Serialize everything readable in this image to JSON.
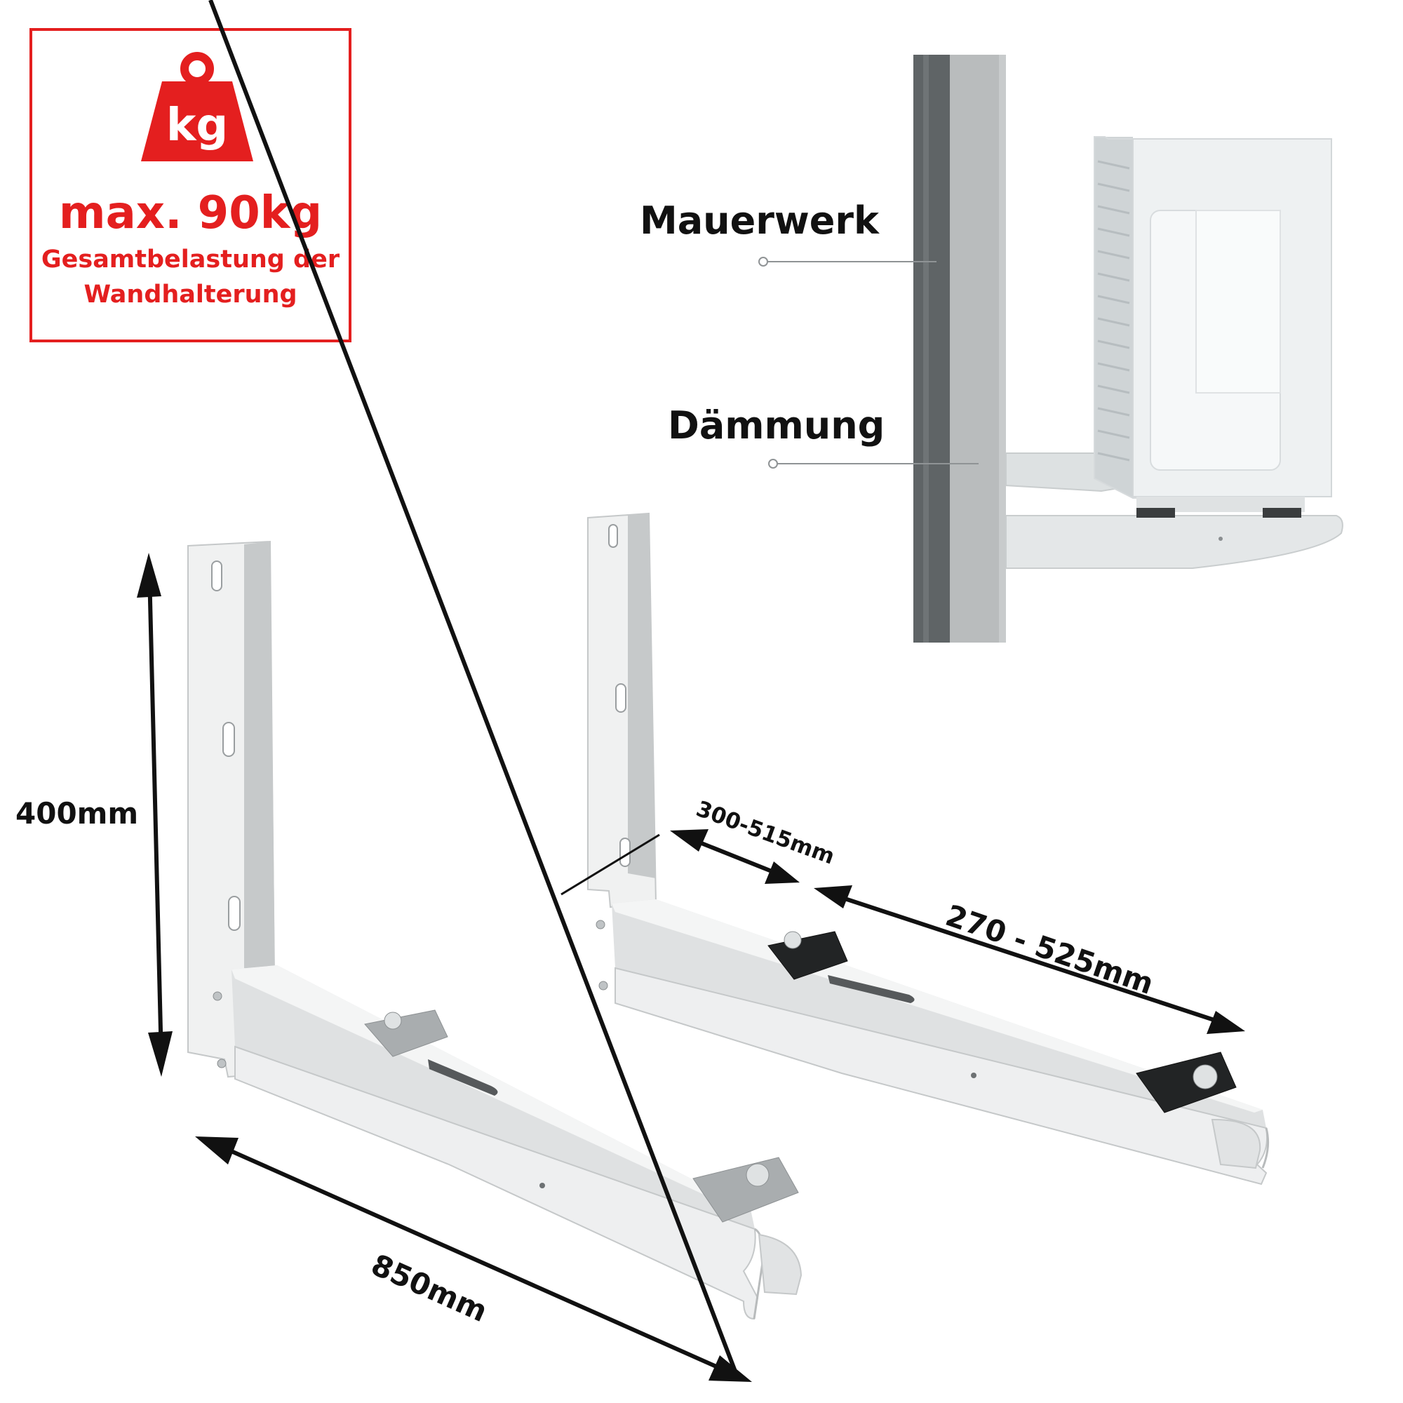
{
  "load_badge": {
    "icon": "weight-kg-icon",
    "icon_text": "kg",
    "max_load": "max. 90kg",
    "description_line1": "Gesamtbelastung der",
    "description_line2": "Wandhalterung",
    "color": "#e41f1f"
  },
  "wall_diagram": {
    "masonry_label": "Mauerwerk",
    "insulation_label": "Dämmung"
  },
  "dimensions": {
    "height": "400mm",
    "length": "850mm",
    "wall_distance": "300-515mm",
    "rail_range": "270 - 525mm"
  }
}
